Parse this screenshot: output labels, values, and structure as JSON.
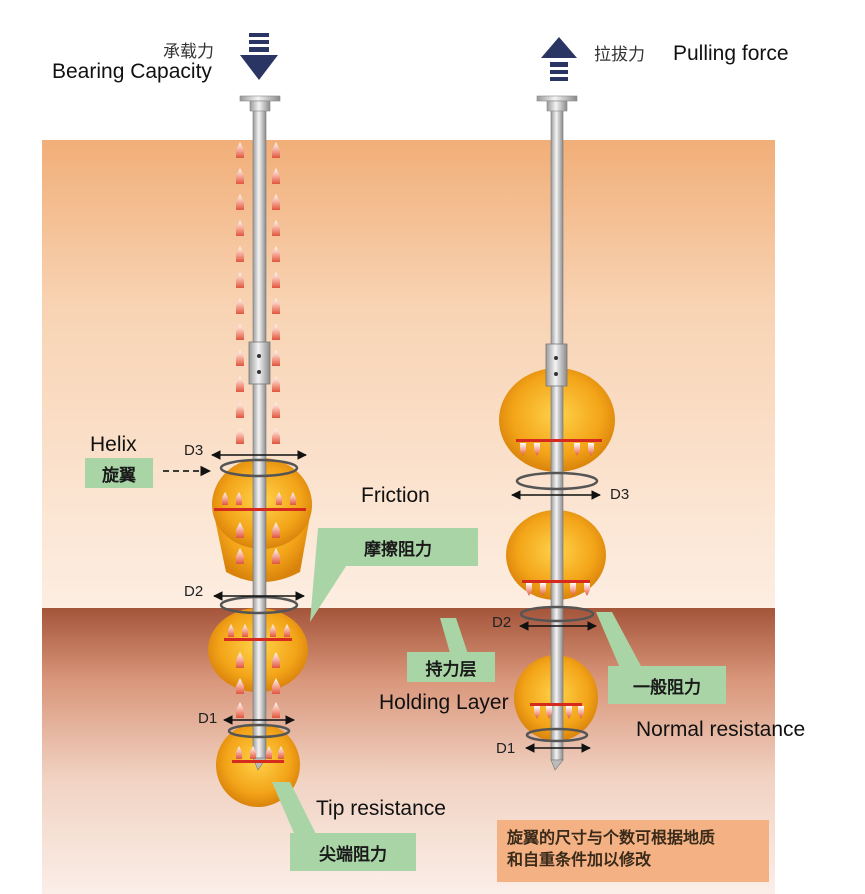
{
  "labels": {
    "bearing_cn": "承载力",
    "bearing_en": "Bearing Capacity",
    "pulling_cn": "拉拔力",
    "pulling_en": "Pulling force",
    "helix_en": "Helix",
    "helix_cn": "旋翼",
    "friction_en": "Friction",
    "friction_cn": "摩擦阻力",
    "holding_cn": "持力层",
    "holding_en": "Holding Layer",
    "normal_cn": "一般阻力",
    "normal_en": "Normal resistance",
    "tip_en": "Tip resistance",
    "tip_cn": "尖端阻力",
    "d3_left": "D3",
    "d2_left": "D2",
    "d1_left": "D1",
    "d3_right": "D3",
    "d2_right": "D2",
    "d1_right": "D1"
  },
  "note": {
    "line1": "旋翼的尺寸与个数可根据地质",
    "line2": "和自重条件加以修改"
  },
  "colors": {
    "soil_top": "#f2b27e",
    "soil_mid": "#fbe7d6",
    "holding_top": "#a8573a",
    "bulb": "#f3a418",
    "arrow": "#2b3563",
    "tag": "#a9d5a6",
    "note": "#f4b183"
  }
}
